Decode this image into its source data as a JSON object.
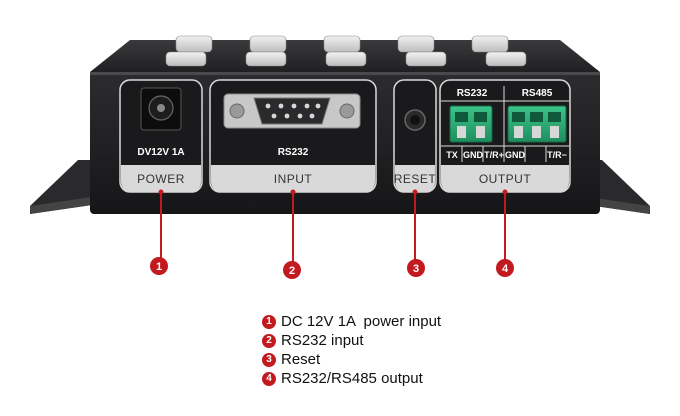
{
  "device": {
    "power_panel": {
      "rating": "DV12V 1A",
      "caption": "POWER"
    },
    "input_panel": {
      "port_label": "RS232",
      "caption": "INPUT"
    },
    "reset_panel": {
      "caption": "RESET"
    },
    "output_panel": {
      "header_left": "RS232",
      "header_right": "RS485",
      "pins": [
        "TX",
        "GND",
        "T/R+",
        "GND",
        "T/R−"
      ],
      "caption": "OUTPUT"
    }
  },
  "markers": [
    "1",
    "2",
    "3",
    "4"
  ],
  "legend": [
    {
      "num": "1",
      "text": "DC 12V 1A  power input"
    },
    {
      "num": "2",
      "text": "RS232 input"
    },
    {
      "num": "3",
      "text": "Reset"
    },
    {
      "num": "4",
      "text": "RS232/RS485 output"
    }
  ],
  "colors": {
    "marker_red": "#c21a1f",
    "chassis": "#1e1e20",
    "panel_light": "#d9d9d9"
  }
}
